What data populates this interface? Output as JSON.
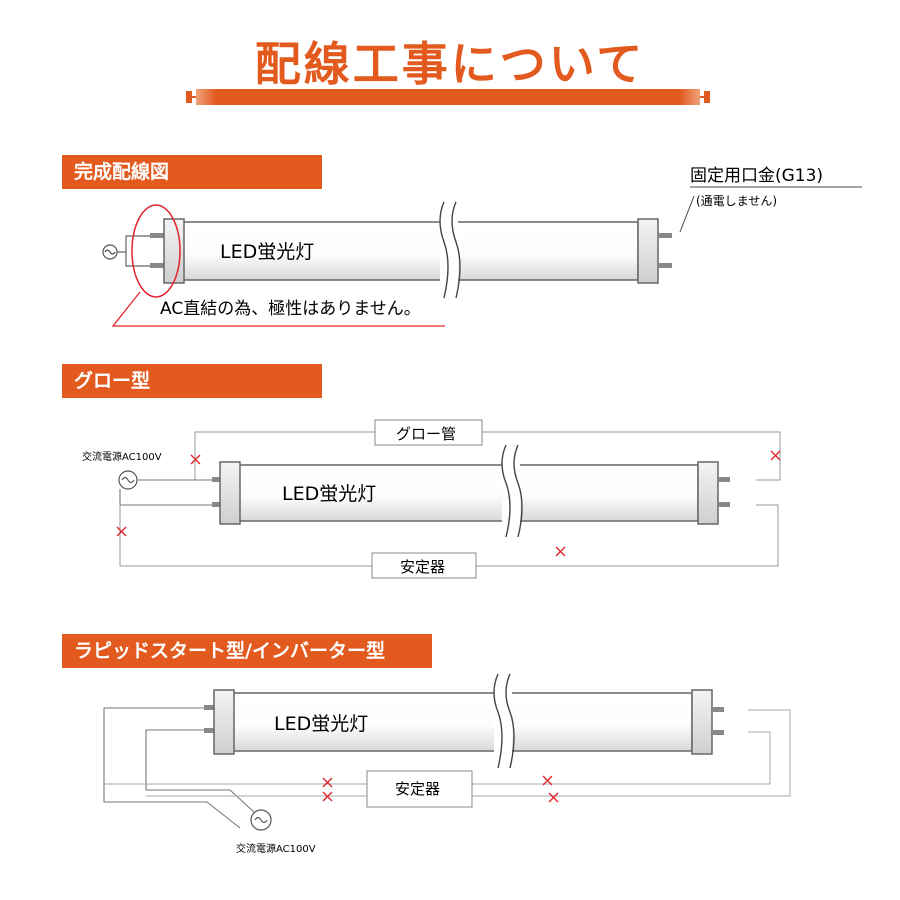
{
  "page_title": "配線工事について",
  "sections": [
    {
      "heading": "完成配線図",
      "tube_label": "LED蛍光灯",
      "cap_label": "固定用口金(G13)",
      "cap_note": "(通電しません)",
      "callout": "AC直結の為、極性はありません。"
    },
    {
      "heading": "グロー型",
      "tube_label": "LED蛍光灯",
      "power_label": "交流電源AC100V",
      "glow_label": "グロー管",
      "ballast_label": "安定器"
    },
    {
      "heading": "ラピッドスタート型/インバーター型",
      "tube_label": "LED蛍光灯",
      "power_label": "交流電源AC100V",
      "ballast_label": "安定器"
    }
  ],
  "colors": {
    "accent": "#e35a1f",
    "line": "#666666",
    "cross": "#e0262b",
    "cap": "#dcdcdc"
  }
}
